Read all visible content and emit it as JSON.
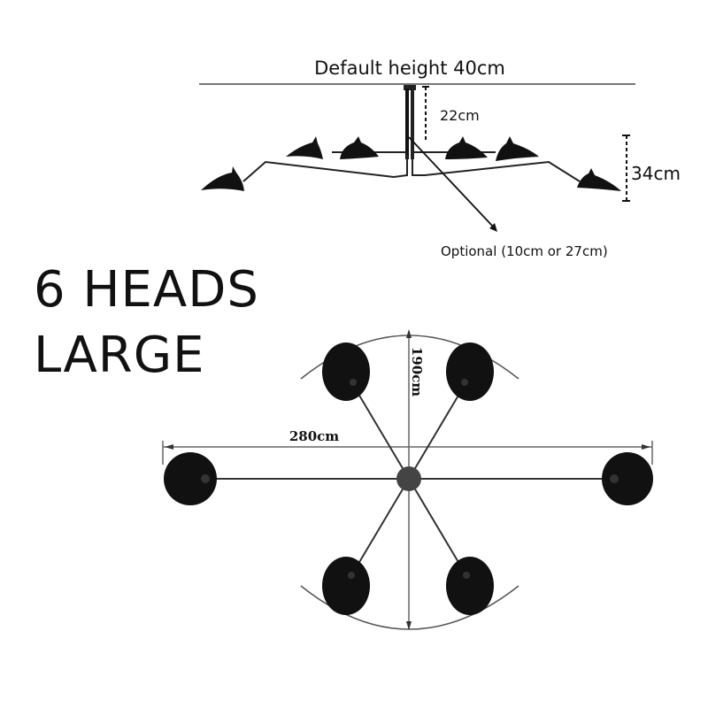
{
  "side_view": {
    "default_height_label": "Default height 40cm",
    "stem_label": "22cm",
    "arm_height_label": "34cm",
    "optional_label": "Optional (10cm or 27cm)"
  },
  "product": {
    "line1": "6 HEADS",
    "line2": "LARGE"
  },
  "top_view": {
    "width_label": "280cm",
    "depth_label": "190cm"
  },
  "colors": {
    "lamp": "#111111",
    "line": "#555555"
  }
}
